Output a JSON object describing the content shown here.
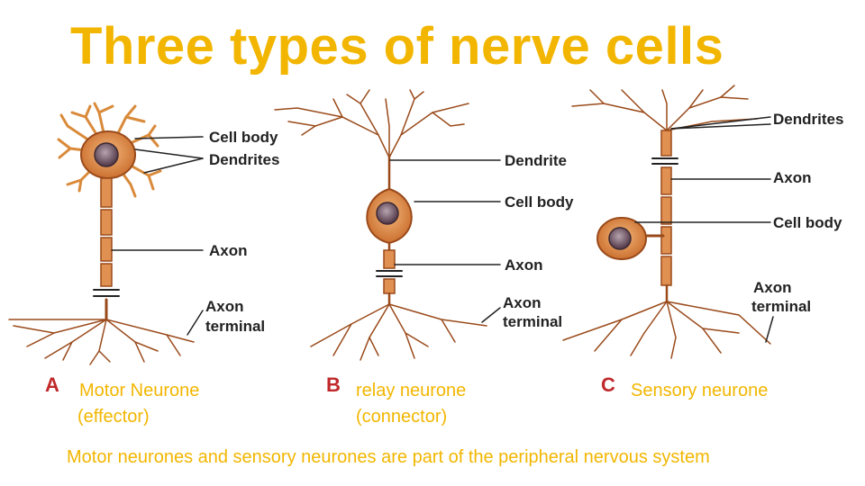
{
  "title": "Three types of nerve cells",
  "panels": [
    {
      "letter": "A",
      "caption_line1": "Motor Neurone",
      "caption_line2": "(effector)",
      "labels": {
        "cell_body": "Cell body",
        "dendrites": "Dendrites",
        "axon": "Axon",
        "axon_terminal_1": "Axon",
        "axon_terminal_2": "terminal"
      }
    },
    {
      "letter": "B",
      "caption_line1": "relay neurone",
      "caption_line2": "(connector)",
      "labels": {
        "dendrite": "Dendrite",
        "cell_body": "Cell body",
        "axon": "Axon",
        "axon_terminal_1": "Axon",
        "axon_terminal_2": "terminal"
      }
    },
    {
      "letter": "C",
      "caption_line1": "Sensory neurone",
      "labels": {
        "dendrites": "Dendrites",
        "axon": "Axon",
        "cell_body": "Cell body",
        "axon_terminal_1": "Axon",
        "axon_terminal_2": "terminal"
      }
    }
  ],
  "footer": "Motor neurones and sensory neurones are part of the peripheral nervous system",
  "colors": {
    "title": "#f2b600",
    "neuron_fill": "#e8a25f",
    "neuron_stroke": "#9a4a1a",
    "nucleus": "#6b4a5a",
    "letter": "#c0282a"
  }
}
